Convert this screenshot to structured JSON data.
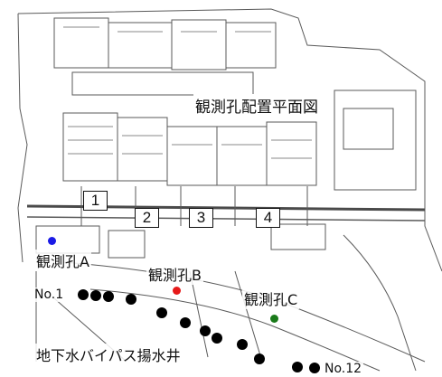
{
  "map": {
    "title": "観測孔配置平面図",
    "units": [
      "1",
      "2",
      "3",
      "4"
    ],
    "observation_wells": [
      {
        "label": "観測孔A",
        "color": "#1a1ae6"
      },
      {
        "label": "観測孔B",
        "color": "#e61a1a"
      },
      {
        "label": "観測孔C",
        "color": "#1a7a1a"
      }
    ],
    "bypass": {
      "label": "地下水バイパス揚水井",
      "start_label": "No.1",
      "end_label": "No.12",
      "count": 12,
      "color": "#000000"
    }
  }
}
